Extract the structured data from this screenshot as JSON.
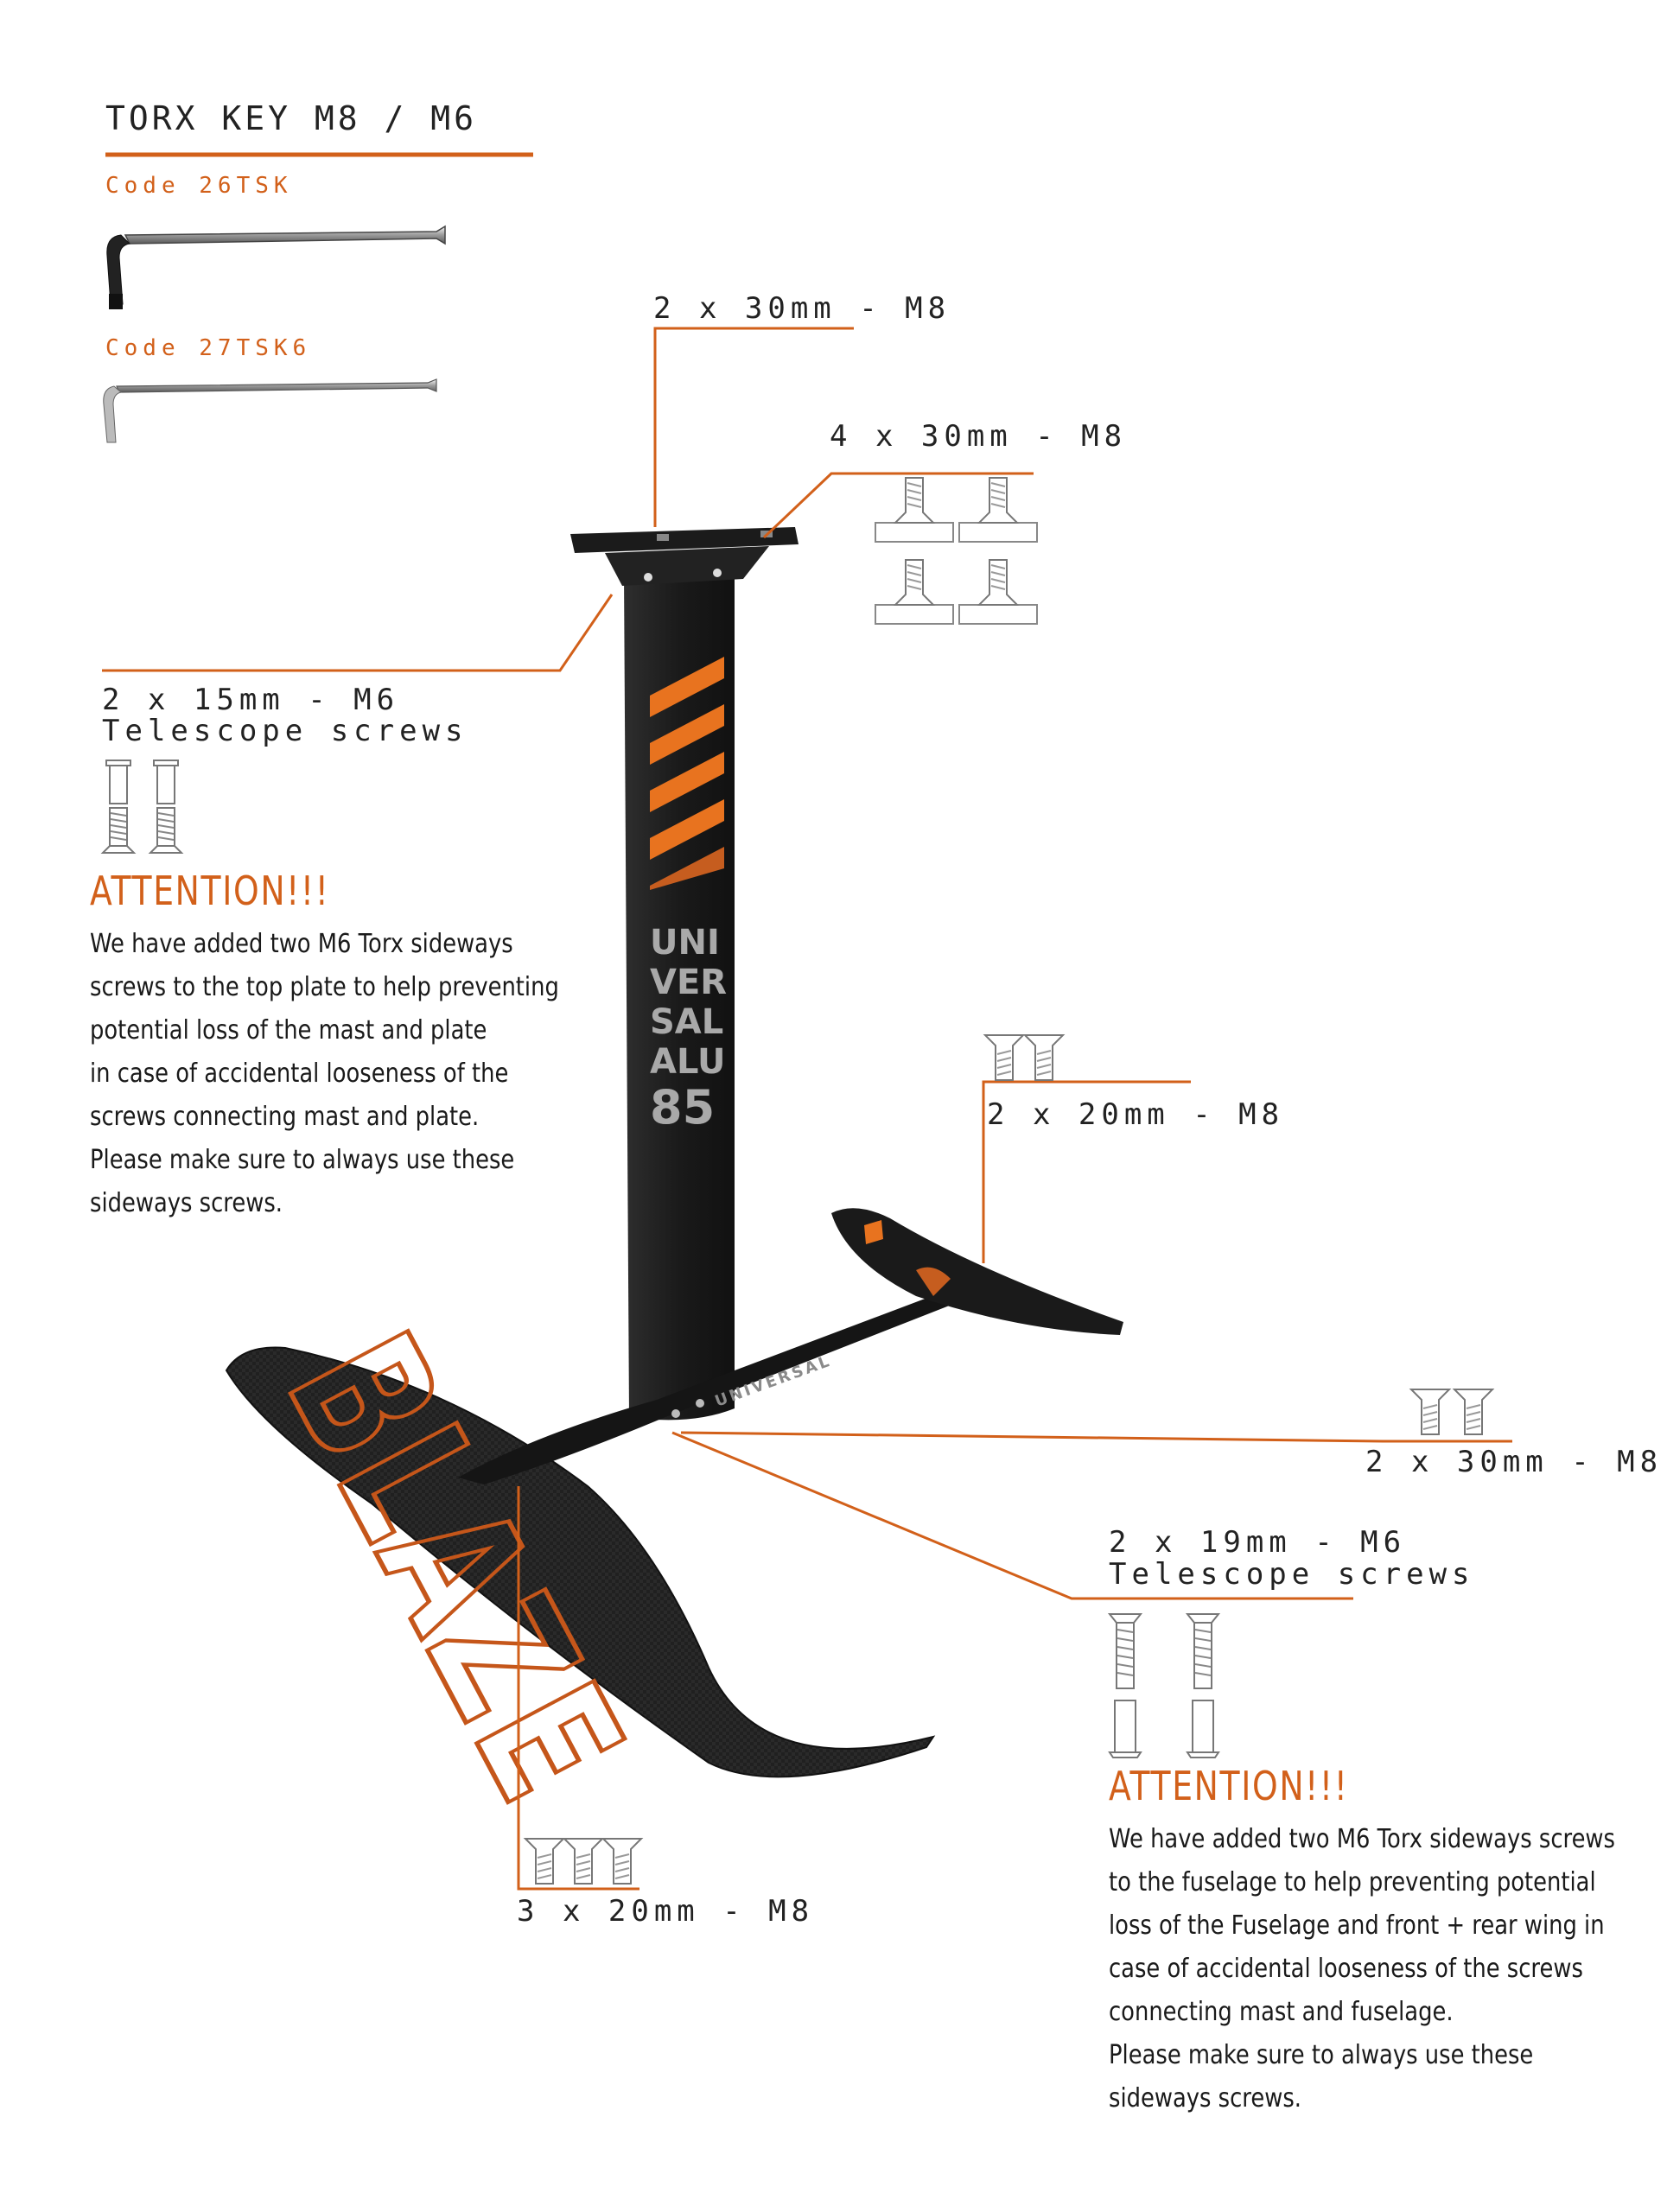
{
  "torx": {
    "title": "TORX KEY M8 / M6",
    "code1": "Code 26TSK",
    "code2": "Code 27TSK6"
  },
  "labels": {
    "top_plate_center": "2 x 30mm - M8",
    "top_plate_corners": "4 x 30mm - M8",
    "mast_side_line1": "2 x 15mm - M6",
    "mast_side_line2": "Telescope screws",
    "stabilizer": "2 x 20mm - M8",
    "fuselage_mast": "2 x 30mm - M8",
    "fuselage_side_line1": "2 x 19mm - M6",
    "fuselage_side_line2": "Telescope screws",
    "front_wing": "3 x 20mm - M8"
  },
  "mast_text": {
    "lines": [
      "UNI",
      "VER",
      "SAL",
      "ALU",
      "85"
    ]
  },
  "wing_text": "BLAZE",
  "fuselage_text": "UNIVERSAL",
  "attention_left": {
    "heading": "ATTENTION!!!",
    "lines": [
      "We have added two M6 Torx sideways",
      "screws to the top plate to help preventing",
      "potential loss of the mast and plate",
      "in case of accidental looseness of the",
      "screws connecting mast and plate.",
      "Please make sure to always use these",
      "sideways screws."
    ]
  },
  "attention_right": {
    "heading": "ATTENTION!!!",
    "lines": [
      "We have added two M6 Torx sideways screws",
      "to the fuselage to help preventing  potential",
      "loss of the  Fuselage and front + rear wing in",
      "case of accidental looseness of the screws",
      "connecting mast and fuselage.",
      "Please make sure to always use these",
      "sideways screws."
    ]
  },
  "colors": {
    "accent": "#d2601a",
    "carbon": "#1c1c1c",
    "mast_stripe": "#e8731f",
    "mast_text": "#a9a9a9"
  }
}
